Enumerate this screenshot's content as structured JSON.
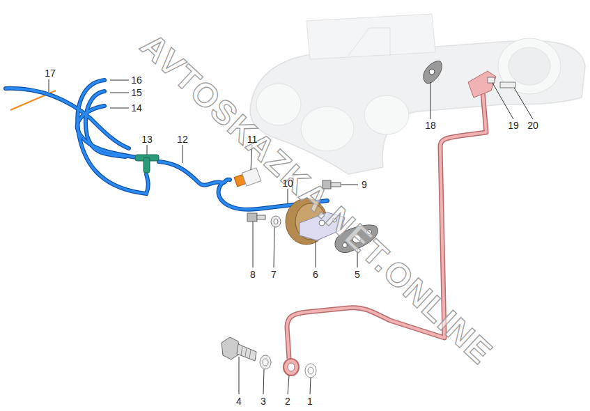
{
  "diagram": {
    "labels": [
      "1",
      "2",
      "3",
      "4",
      "5",
      "6",
      "7",
      "8",
      "9",
      "10",
      "11",
      "12",
      "13",
      "14",
      "15",
      "16",
      "17",
      "18",
      "19",
      "20",
      "AVTOSKAZKA.NET.ONLINE"
    ]
  }
}
